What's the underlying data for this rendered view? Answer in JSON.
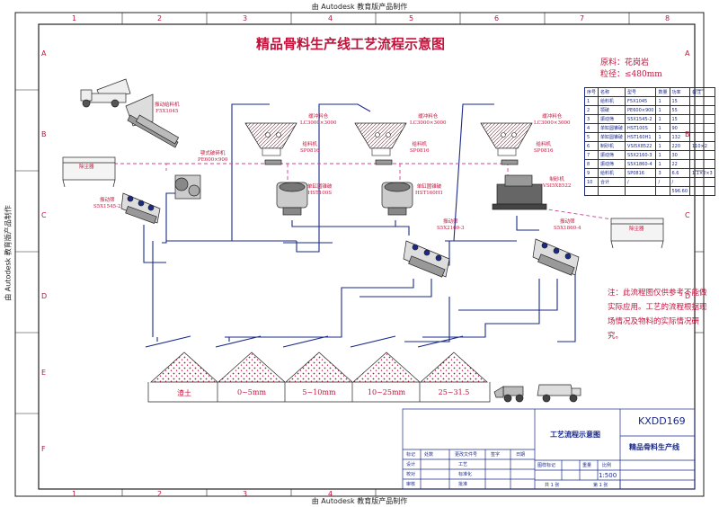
{
  "watermark": "由 Autodesk 教育版产品制作",
  "title": "精品骨料生产线工艺流程示意图",
  "raw_material": {
    "line1": "原料：花岗岩",
    "line2": "粒径：≤480mm"
  },
  "border": {
    "columns": [
      "1",
      "2",
      "3",
      "4",
      "5",
      "6",
      "7",
      "8"
    ],
    "rows": [
      "A",
      "B",
      "C",
      "D",
      "E",
      "F"
    ]
  },
  "equipment_labels": [
    {
      "id": "feeder",
      "l1": "振动给料机",
      "l2": "F5X1045"
    },
    {
      "id": "jaw",
      "l1": "颚式破碎机",
      "l2": "PE600×900"
    },
    {
      "id": "dust1",
      "l1": "除尘器",
      "l2": ""
    },
    {
      "id": "screen1",
      "l1": "振动筛",
      "l2": "S5X1545-2"
    },
    {
      "id": "bin1",
      "l1": "缓冲料仓",
      "l2": "LC3000×3000"
    },
    {
      "id": "bfeed1",
      "l1": "给料机",
      "l2": "SP0816"
    },
    {
      "id": "cone1",
      "l1": "单缸圆锥破",
      "l2": "HST100S"
    },
    {
      "id": "bin2",
      "l1": "缓冲料仓",
      "l2": "LC3000×3000"
    },
    {
      "id": "bfeed2",
      "l1": "给料机",
      "l2": "SP0816"
    },
    {
      "id": "cone2",
      "l1": "单缸圆锥破",
      "l2": "HST160H1"
    },
    {
      "id": "bin3",
      "l1": "缓冲料仓",
      "l2": "LC3000×3000"
    },
    {
      "id": "bfeed3",
      "l1": "给料机",
      "l2": "SP0816"
    },
    {
      "id": "vsi",
      "l1": "制砂机",
      "l2": "VSI5X8522"
    },
    {
      "id": "screen2",
      "l1": "振动筛",
      "l2": "S5X2160-3"
    },
    {
      "id": "screen3",
      "l1": "振动筛",
      "l2": "S5X1860-4"
    },
    {
      "id": "dust2",
      "l1": "除尘器",
      "l2": ""
    }
  ],
  "piles": [
    "渣土",
    "0~5mm",
    "5~10mm",
    "10~25mm",
    "25~31.5"
  ],
  "equipment_table": {
    "header": [
      "序号",
      "名称",
      "型号",
      "数量",
      "功率",
      "备注"
    ],
    "rows": [
      [
        "1",
        "给料机",
        "F5X1045",
        "1",
        "15",
        ""
      ],
      [
        "2",
        "颚破",
        "PE600×900",
        "1",
        "55",
        ""
      ],
      [
        "3",
        "振动筛",
        "S5X1545-2",
        "1",
        "15",
        ""
      ],
      [
        "4",
        "单缸圆锥破",
        "HST100S",
        "1",
        "90",
        ""
      ],
      [
        "5",
        "单缸圆锥破",
        "HST160H1",
        "1",
        "132",
        ""
      ],
      [
        "6",
        "制砂机",
        "VSI5X8522",
        "1",
        "220",
        "110×2"
      ],
      [
        "7",
        "振动筛",
        "S5X2160-3",
        "1",
        "30",
        ""
      ],
      [
        "8",
        "振动筛",
        "S5X1860-4",
        "1",
        "22",
        ""
      ],
      [
        "9",
        "给料机",
        "SP0816",
        "3",
        "6.6",
        "1.1×2×3"
      ],
      [
        "10",
        "合计",
        "/",
        "/",
        "/",
        ""
      ],
      [
        "",
        "",
        "",
        "",
        "596.60",
        ""
      ]
    ]
  },
  "note": "注：此流程图仅供参考不能做实际应用。工艺的流程根据现场情况及物料的实际情况研究。",
  "title_block": {
    "drawing_no": "KXDD169",
    "drawing_name": "工艺流程示意图",
    "project": "精品骨料生产线",
    "headers": [
      "标记",
      "处数",
      "更改文件号",
      "签字",
      "日期"
    ],
    "roles": [
      "设计",
      "校对",
      "审核"
    ],
    "mid_labels": [
      "工艺",
      "标准化",
      "批准"
    ],
    "stage_labels": [
      "图样标记",
      "重量",
      "比例"
    ],
    "scale": "1:500",
    "sheets_total": "共 1 张",
    "sheet_no": "第 1 张"
  }
}
